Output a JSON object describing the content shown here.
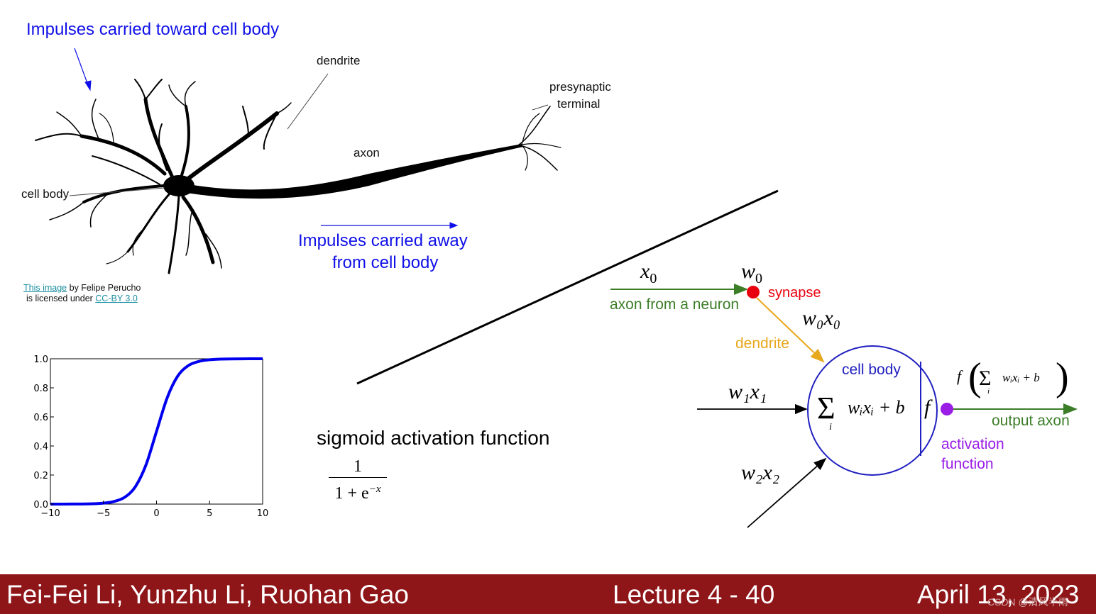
{
  "neuron_figure": {
    "impulses_toward": "Impulses carried toward cell body",
    "dendrite": "dendrite",
    "presynaptic_line1": "presynaptic",
    "presynaptic_line2": "terminal",
    "axon": "axon",
    "cell_body": "cell body",
    "impulses_away_line1": "Impulses carried away",
    "impulses_away_line2": "from cell body",
    "credit": {
      "link_text": "This image",
      "by_text": " by Felipe Perucho",
      "licensed_text": "is licensed under ",
      "license_link": "CC-BY 3.0"
    }
  },
  "sigmoid": {
    "title": "sigmoid activation function",
    "numerator": "1",
    "denominator_base": "1 + e",
    "denominator_exp": "−x"
  },
  "chart_data": {
    "type": "line",
    "function": "sigmoid",
    "x": [
      -10,
      -8,
      -6,
      -5,
      -4,
      -3,
      -2,
      -1,
      0,
      1,
      2,
      3,
      4,
      5,
      6,
      8,
      10
    ],
    "y": [
      5e-05,
      0.0003,
      0.0025,
      0.0067,
      0.018,
      0.047,
      0.119,
      0.269,
      0.5,
      0.731,
      0.881,
      0.953,
      0.982,
      0.993,
      0.9975,
      0.9997,
      0.99995
    ],
    "xlim": [
      -10,
      10
    ],
    "ylim": [
      0.0,
      1.0
    ],
    "x_ticks": [
      "−10",
      "−5",
      "0",
      "5",
      "10"
    ],
    "y_ticks": [
      "0.0",
      "0.2",
      "0.4",
      "0.6",
      "0.8",
      "1.0"
    ],
    "line_color": "#0000ee",
    "grid": false
  },
  "math_model": {
    "x0": "x",
    "x0_sub": "0",
    "w0": "w",
    "w0_sub": "0",
    "synapse": "synapse",
    "axon_from_neuron": "axon from a neuron",
    "w0x0": "w₀x₀",
    "dendrite": "dendrite",
    "cell_body": "cell body",
    "w1x1": "w₁x₁",
    "w2x2": "w₂x₂",
    "sum_expr": "wᵢxᵢ + b",
    "sum_index": "i",
    "f_symbol": "f",
    "output_expr": "wᵢxᵢ + b",
    "output_axon": "output axon",
    "activation_line1": "activation",
    "activation_line2": "function",
    "colors": {
      "axon_green": "#3c7d28",
      "synapse_red": "#e8000f",
      "dendrite_orange": "#e8a81c",
      "cell_blue": "#2020c0",
      "activation_purple": "#9a1de6"
    }
  },
  "footer": {
    "authors": "Fei-Fei Li, Yunzhu Li, Ruohan Gao",
    "lecture": "Lecture 4 - 40",
    "date": "April 13, 2023",
    "watermark": "CSDN @清风半雨",
    "bg_color": "#8e1518"
  }
}
